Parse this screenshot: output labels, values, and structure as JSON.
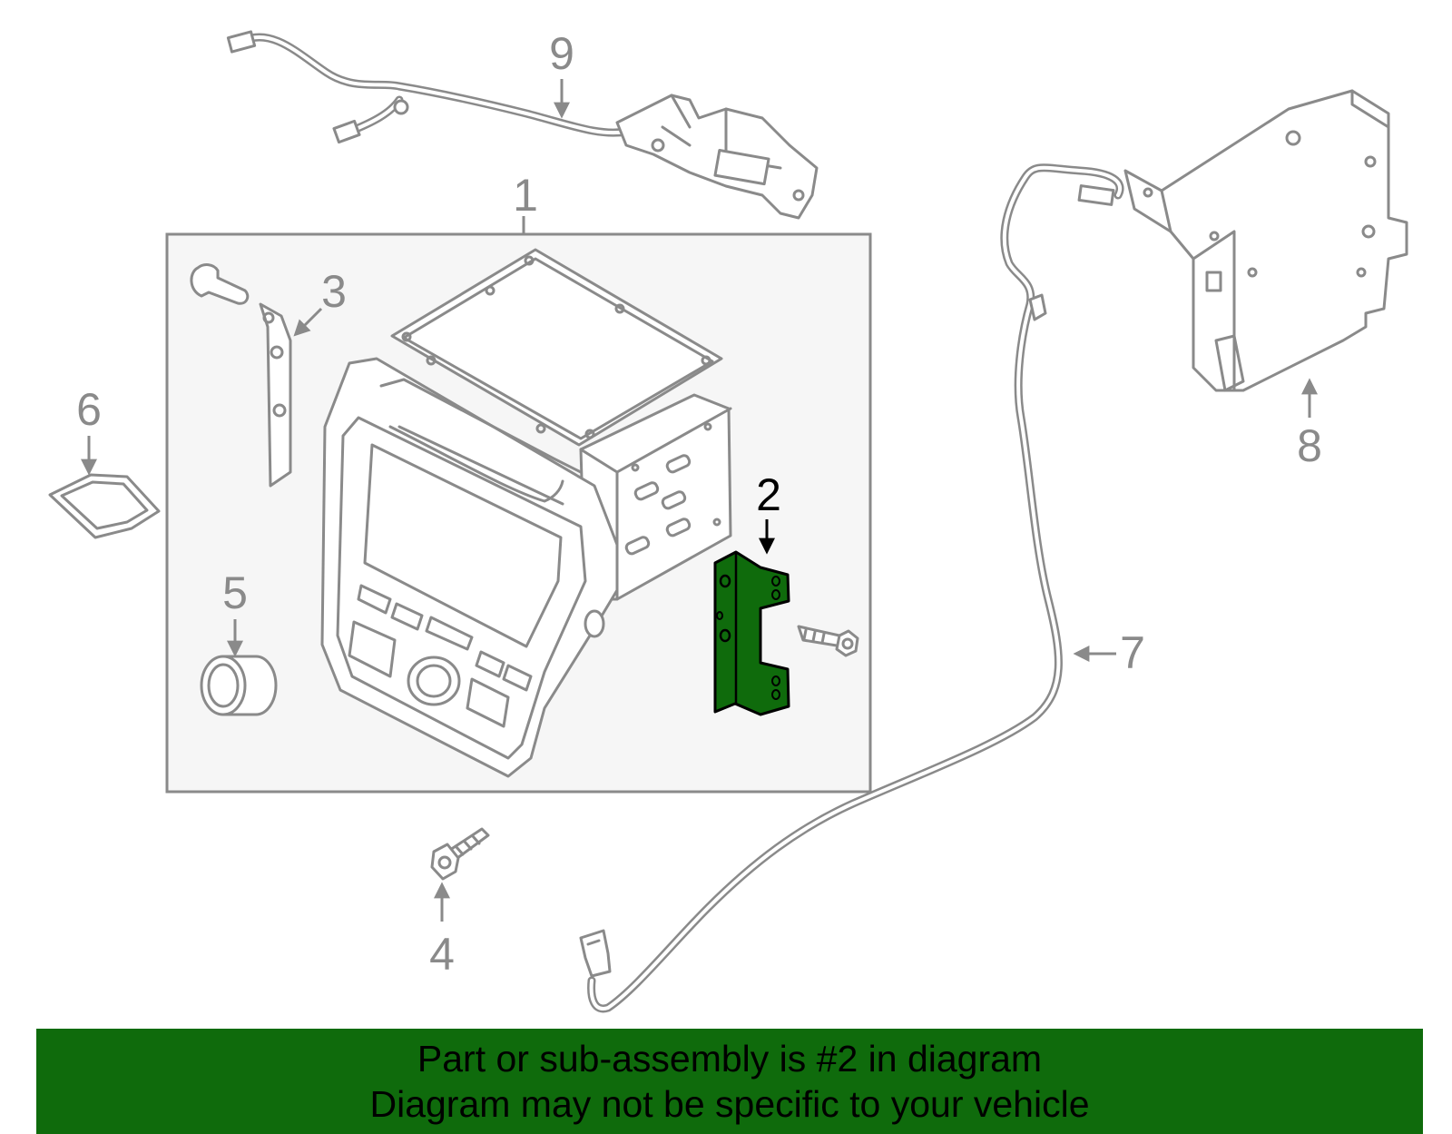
{
  "callouts": {
    "c1": "1",
    "c2": "2",
    "c3": "3",
    "c4": "4",
    "c5": "5",
    "c6": "6",
    "c7": "7",
    "c8": "8",
    "c9": "9"
  },
  "highlight": {
    "part_number": "2",
    "color": "#0f6b0c"
  },
  "banner": {
    "line1": "Part or sub-assembly is #2 in diagram",
    "line2": "Diagram may not be specific to your vehicle",
    "color": "#0f6b0c"
  },
  "colors": {
    "line": "#8a8a8a",
    "box_fill": "#f6f6f6"
  }
}
